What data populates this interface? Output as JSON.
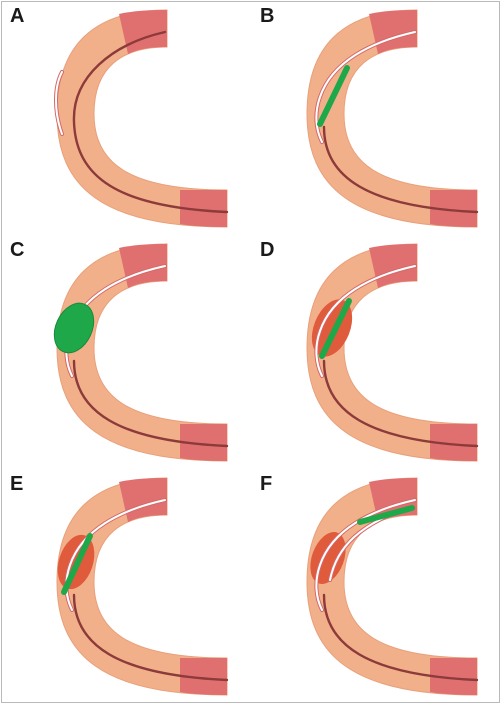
{
  "panels": [
    {
      "id": "a",
      "label": "A"
    },
    {
      "id": "b",
      "label": "B"
    },
    {
      "id": "c",
      "label": "C"
    },
    {
      "id": "d",
      "label": "D"
    },
    {
      "id": "e",
      "label": "E"
    },
    {
      "id": "f",
      "label": "F"
    }
  ],
  "colors": {
    "vessel_wall": "#f1b08a",
    "vessel_wall_outline": "#e8a07a",
    "segment": "#e07070",
    "guidewire": "#8c3a3a",
    "side_wire": "#ffffff",
    "side_wire_outline": "#d46868",
    "balloon": "#1fa84a",
    "hematoma": "#e05a3c"
  }
}
